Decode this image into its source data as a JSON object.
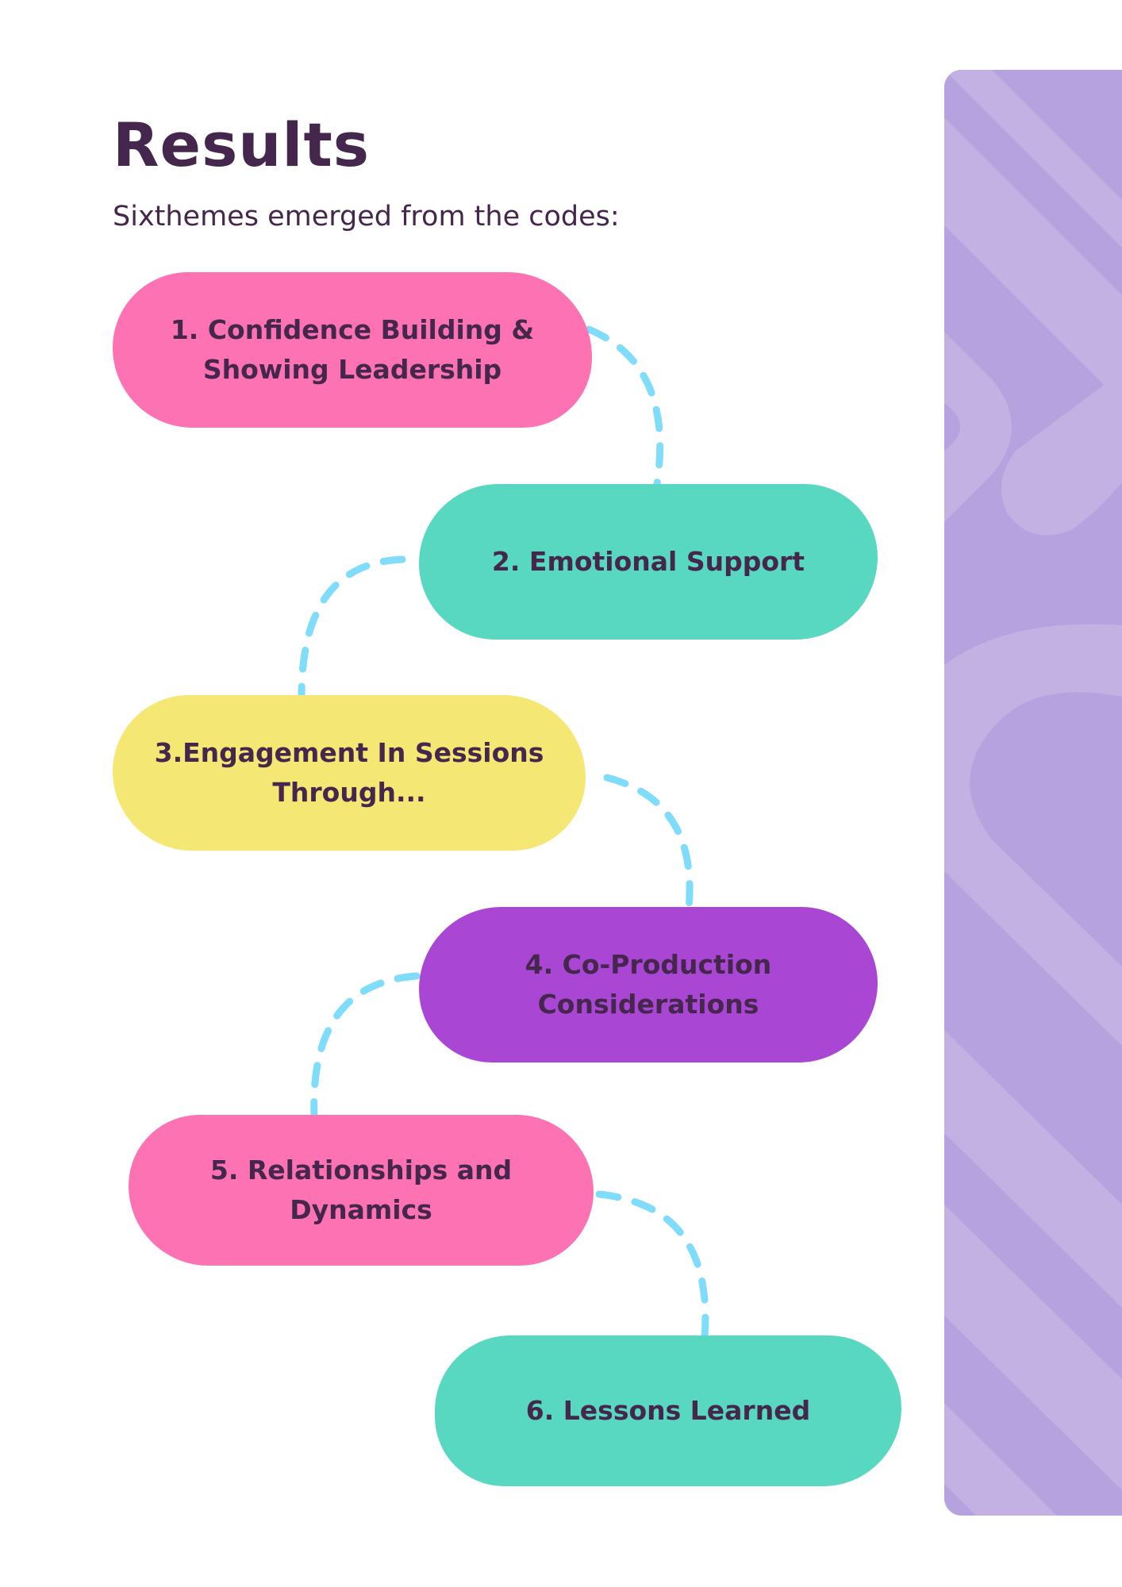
{
  "header": {
    "title": "Results",
    "subtitle": "Sixthemes emerged from the codes:"
  },
  "themes": [
    {
      "label_line1": "1. Confidence Building &",
      "label_line2": "Showing Leadership",
      "color": "#fd72b3"
    },
    {
      "label_line1": "2. Emotional Support",
      "label_line2": "",
      "color": "#58d8c0"
    },
    {
      "label_line1": "3.Engagement In Sessions",
      "label_line2": "Through...",
      "color": "#f5e774"
    },
    {
      "label_line1": "4. Co-Production",
      "label_line2": "Considerations",
      "color": "#a946d4"
    },
    {
      "label_line1": "5. Relationships and",
      "label_line2": "Dynamics",
      "color": "#fd72b3"
    },
    {
      "label_line1": "6. Lessons Learned",
      "label_line2": "",
      "color": "#58d8c0"
    }
  ],
  "style": {
    "text_color": "#45264c",
    "connector_color": "#7fdcfa",
    "panel_color": "#b5a2de",
    "panel_stripe_color": "#c2b1e2"
  }
}
